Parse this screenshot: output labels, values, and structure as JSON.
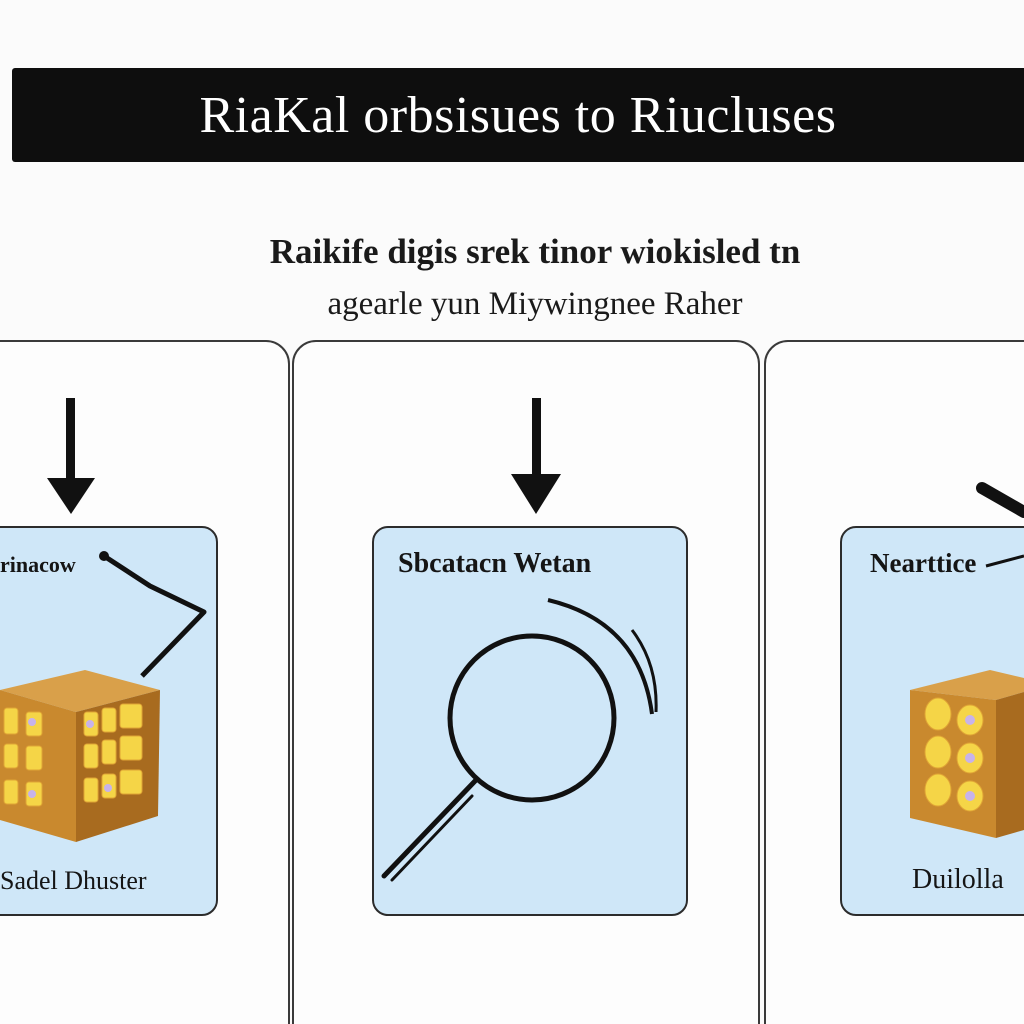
{
  "title": "RiaKal orbsisues to Riucluses",
  "subtitle": {
    "line1": "Raikife digis srek tinor wiokisled tn",
    "line2": "agearle yun Miywingnee Raher"
  },
  "panels": [
    {
      "top_label": "rinacow",
      "bottom_label": "Sadel Dhuster",
      "icon": "building-cube-icon"
    },
    {
      "top_label": "Sbcatacn Wetan",
      "bottom_label": "",
      "icon": "magnifying-glass-icon"
    },
    {
      "top_label": "Nearttice",
      "bottom_label": "Duilolla",
      "icon": "building-cube-icon"
    }
  ],
  "colors": {
    "title_bar": "#0e0e0e",
    "panel_fill": "#cfe7f8",
    "cube_front": "#c9892e",
    "cube_side": "#a86b1f",
    "cube_window": "#f5d547"
  }
}
